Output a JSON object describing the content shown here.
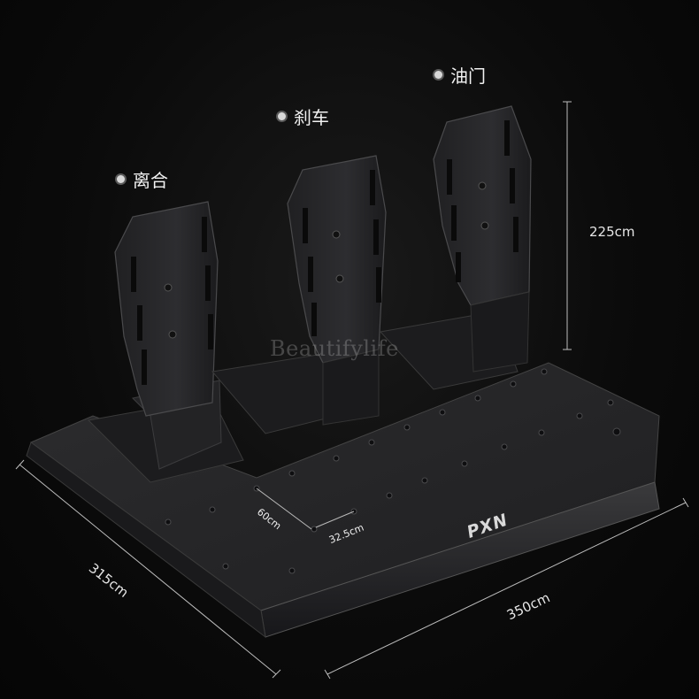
{
  "pedals": {
    "clutch_label": "离合",
    "brake_label": "刹车",
    "throttle_label": "油门"
  },
  "dimensions": {
    "height": "225cm",
    "depth": "315cm",
    "width": "350cm",
    "hole_spacing_v": "60cm",
    "hole_spacing_h": "32.5cm"
  },
  "brand": {
    "logo_text": "PXN"
  },
  "watermark": "Beautifylife",
  "colors": {
    "background": "#0b0b0b",
    "metal": "#2a2a2c",
    "text": "#f2f2f2"
  }
}
